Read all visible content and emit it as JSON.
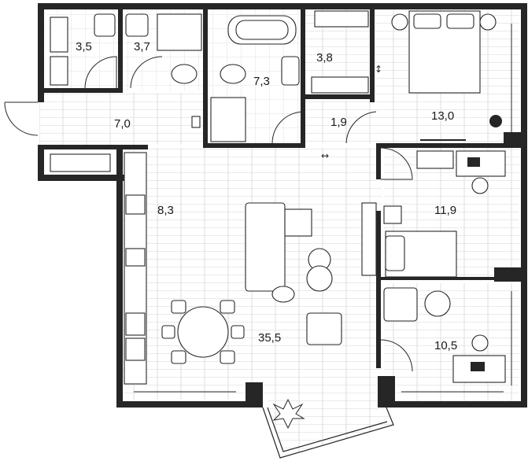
{
  "floor_plan": {
    "rooms": [
      {
        "id": "wc",
        "area": "3,5"
      },
      {
        "id": "bath-small",
        "area": "3,7"
      },
      {
        "id": "wardrobe",
        "area": "3,8"
      },
      {
        "id": "bathroom",
        "area": "7,3"
      },
      {
        "id": "hall",
        "area": "7,0"
      },
      {
        "id": "corridor",
        "area": "1,9"
      },
      {
        "id": "bedroom-master",
        "area": "13,0"
      },
      {
        "id": "kitchen",
        "area": "8,3"
      },
      {
        "id": "living",
        "area": "35,5"
      },
      {
        "id": "bedroom-2",
        "area": "11,9"
      },
      {
        "id": "bedroom-3",
        "area": "10,5"
      }
    ],
    "symbols": {
      "dimension_arrow_vertical": "↕",
      "dimension_arrow_horizontal": "↔"
    },
    "colors": {
      "wall": "#262626",
      "floor_line": "#d6d6d6",
      "background": "#ffffff"
    }
  }
}
